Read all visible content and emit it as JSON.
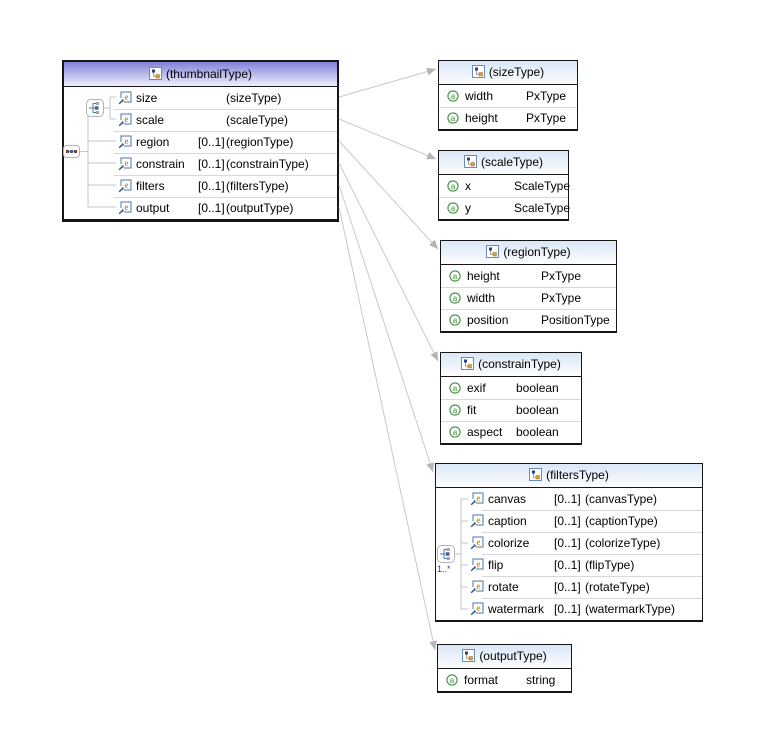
{
  "diagram": {
    "editor_kind": "xml-schema-design-view",
    "icons": {
      "header": "complex-type-icon",
      "element": "element-icon",
      "attribute": "attribute-icon",
      "sequence": "sequence-icon",
      "choice": "choice-icon"
    },
    "colors": {
      "main_header_gradient_top": "#8080d8",
      "type_header_gradient_top": "#d9e6f7",
      "box_border": "#161616",
      "row_separator": "#d8d8d8",
      "connector_gray": "#c9c9c9",
      "attribute_icon_green": "#3f8f3f",
      "element_icon_blue": "#4a77b0",
      "element_icon_gold": "#cc9933",
      "multiplicity_blue": "#3333cc"
    },
    "boxes": {
      "thumbnail": {
        "title": "(thumbnailType)",
        "rows": [
          {
            "name": "size",
            "cardinality": "",
            "type": "(sizeType)"
          },
          {
            "name": "scale",
            "cardinality": "",
            "type": "(scaleType)"
          },
          {
            "name": "region",
            "cardinality": "[0..1]",
            "type": "(regionType)"
          },
          {
            "name": "constrain",
            "cardinality": "[0..1]",
            "type": "(constrainType)"
          },
          {
            "name": "filters",
            "cardinality": "[0..1]",
            "type": "(filtersType)"
          },
          {
            "name": "output",
            "cardinality": "[0..1]",
            "type": "(outputType)"
          }
        ]
      },
      "size": {
        "title": "(sizeType)",
        "rows": [
          {
            "name": "width",
            "type": "PxType"
          },
          {
            "name": "height",
            "type": "PxType"
          }
        ]
      },
      "scale": {
        "title": "(scaleType)",
        "rows": [
          {
            "name": "x",
            "type": "ScaleType"
          },
          {
            "name": "y",
            "type": "ScaleType"
          }
        ]
      },
      "region": {
        "title": "(regionType)",
        "rows": [
          {
            "name": "height",
            "type": "PxType"
          },
          {
            "name": "width",
            "type": "PxType"
          },
          {
            "name": "position",
            "type": "PositionType"
          }
        ]
      },
      "constrain": {
        "title": "(constrainType)",
        "rows": [
          {
            "name": "exif",
            "type": "boolean"
          },
          {
            "name": "fit",
            "type": "boolean"
          },
          {
            "name": "aspect",
            "type": "boolean"
          }
        ]
      },
      "filters": {
        "title": "(filtersType)",
        "multiplicity": "1..*",
        "rows": [
          {
            "name": "canvas",
            "cardinality": "[0..1]",
            "type": "(canvasType)"
          },
          {
            "name": "caption",
            "cardinality": "[0..1]",
            "type": "(captionType)"
          },
          {
            "name": "colorize",
            "cardinality": "[0..1]",
            "type": "(colorizeType)"
          },
          {
            "name": "flip",
            "cardinality": "[0..1]",
            "type": "(flipType)"
          },
          {
            "name": "rotate",
            "cardinality": "[0..1]",
            "type": "(rotateType)"
          },
          {
            "name": "watermark",
            "cardinality": "[0..1]",
            "type": "(watermarkType)"
          }
        ]
      },
      "output": {
        "title": "(outputType)",
        "rows": [
          {
            "name": "format",
            "type": "string"
          }
        ]
      }
    }
  }
}
